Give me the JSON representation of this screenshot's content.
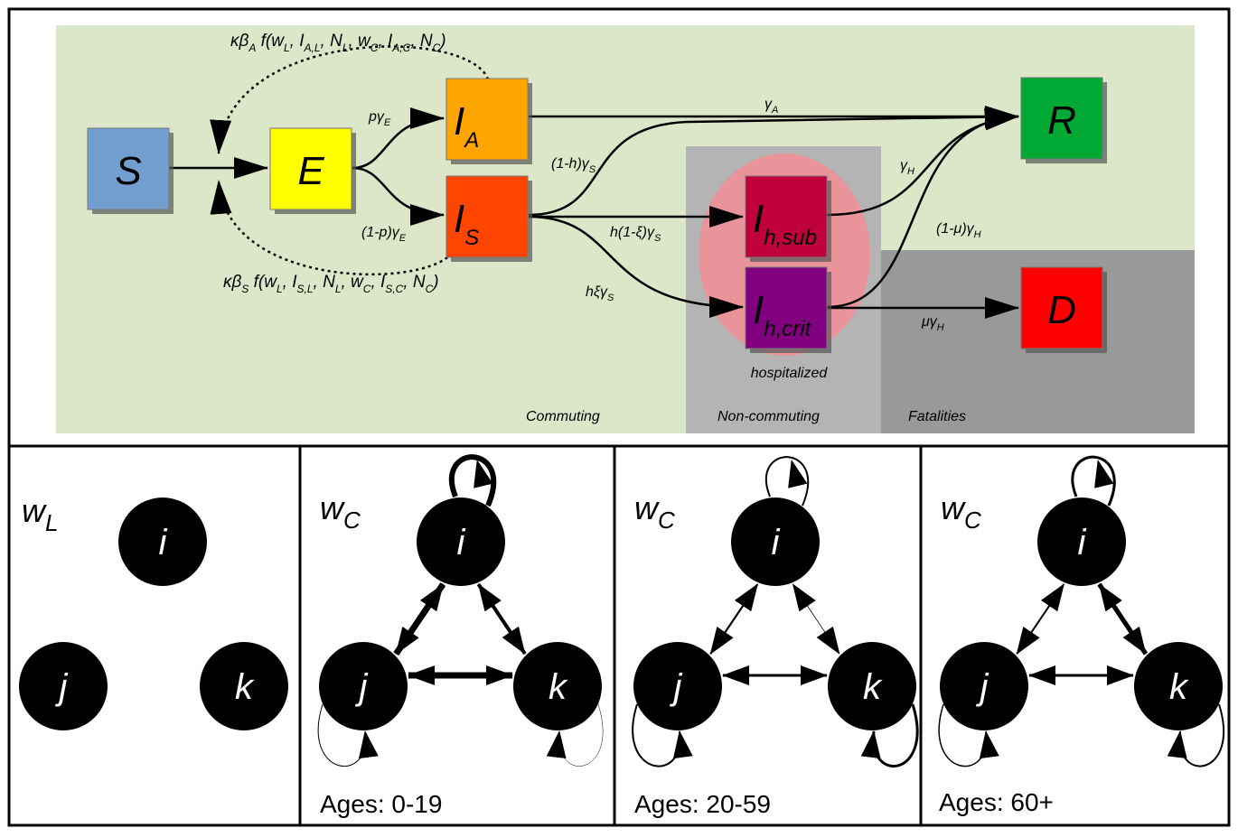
{
  "colors": {
    "green_region": "#dce6c8",
    "noncommuting_region": "#b4b4b4",
    "fatalities_region": "#999999",
    "hospital_ellipse": "#e8949a",
    "S": "#729fcf",
    "E": "#ffff00",
    "IA": "#ffa500",
    "IS": "#ff4500",
    "Ihsub": "#c0003c",
    "Ihcrit": "#800080",
    "R": "#00a933",
    "D": "#ff0000"
  },
  "compartments": {
    "S": {
      "main": "S",
      "sub": ""
    },
    "E": {
      "main": "E",
      "sub": ""
    },
    "IA": {
      "main": "I",
      "sub": "A"
    },
    "IS": {
      "main": "I",
      "sub": "S"
    },
    "Ihsub": {
      "main": "I",
      "sub": "h,sub"
    },
    "Ihcrit": {
      "main": "I",
      "sub": "h,crit"
    },
    "R": {
      "main": "R",
      "sub": ""
    },
    "D": {
      "main": "D",
      "sub": ""
    }
  },
  "rates": {
    "pgammaE": {
      "a": "p",
      "b": "γ",
      "c": "E"
    },
    "qgammaE": {
      "a": "(1-p)",
      "b": "γ",
      "c": "E"
    },
    "gammaA": {
      "a": "",
      "b": "γ",
      "c": "A"
    },
    "hgammaS": {
      "a": "(1-h)",
      "b": "γ",
      "c": "S"
    },
    "h1xi": {
      "a": "h(1-ξ)",
      "b": "γ",
      "c": "S"
    },
    "hxi": {
      "a": "hξ",
      "b": "γ",
      "c": "S"
    },
    "gammaH": {
      "a": "",
      "b": "γ",
      "c": "H"
    },
    "muH": {
      "a": "(1-μ)",
      "b": "γ",
      "c": "H"
    },
    "muD": {
      "a": "μ",
      "b": "γ",
      "c": "H"
    }
  },
  "force_A": {
    "k": "κβ",
    "ks": "A",
    "f": " f(w",
    "t1": "L",
    "c1": ", I",
    "t2": "A,L",
    "c2": ", N",
    "t3": "L",
    "c3": ", w",
    "t4": "C",
    "c4": ", I",
    "t5": "A,C",
    "c5": ", N",
    "t6": "C",
    "end": ")"
  },
  "force_S": {
    "k": "κβ",
    "ks": "S",
    "f": " f(w",
    "t1": "L",
    "c1": ", I",
    "t2": "S,L",
    "c2": ", N",
    "t3": "L",
    "c3": ", w",
    "t4": "C",
    "c4": ", I",
    "t5": "S,C",
    "c5": ", N",
    "t6": "C",
    "end": ")"
  },
  "region_labels": {
    "hospitalized": "hospitalized",
    "commuting": "Commuting",
    "noncommuting": "Non-commuting",
    "fatalities": "Fatalities"
  },
  "panels": [
    {
      "w": "w",
      "wsub": "L",
      "age": "",
      "nodes": [
        "i",
        "j",
        "k"
      ]
    },
    {
      "w": "w",
      "wsub": "C",
      "age": "Ages: 0-19",
      "nodes": [
        "i",
        "j",
        "k"
      ]
    },
    {
      "w": "w",
      "wsub": "C",
      "age": "Ages: 20-59",
      "nodes": [
        "i",
        "j",
        "k"
      ]
    },
    {
      "w": "w",
      "wsub": "C",
      "age": "Ages: 60+",
      "nodes": [
        "i",
        "j",
        "k"
      ]
    }
  ]
}
